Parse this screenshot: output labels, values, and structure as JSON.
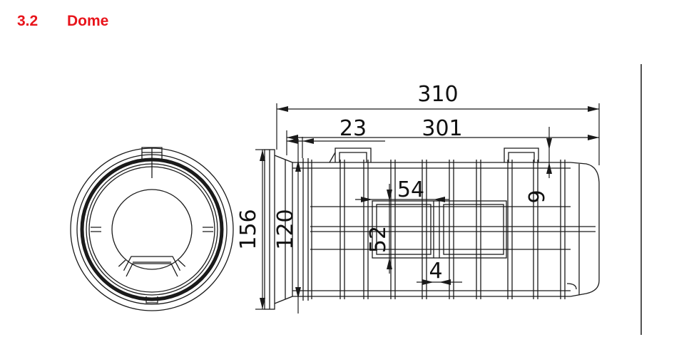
{
  "section": {
    "number": "3.2",
    "title": "Dome"
  },
  "drawing": {
    "dimensions": {
      "overall_length": "310",
      "body_length": "301",
      "flange_offset": "23",
      "flange_diameter": "156",
      "body_diameter": "120",
      "window_width": "54",
      "window_height": "52",
      "rib_height": "9",
      "window_gap": "4"
    }
  }
}
